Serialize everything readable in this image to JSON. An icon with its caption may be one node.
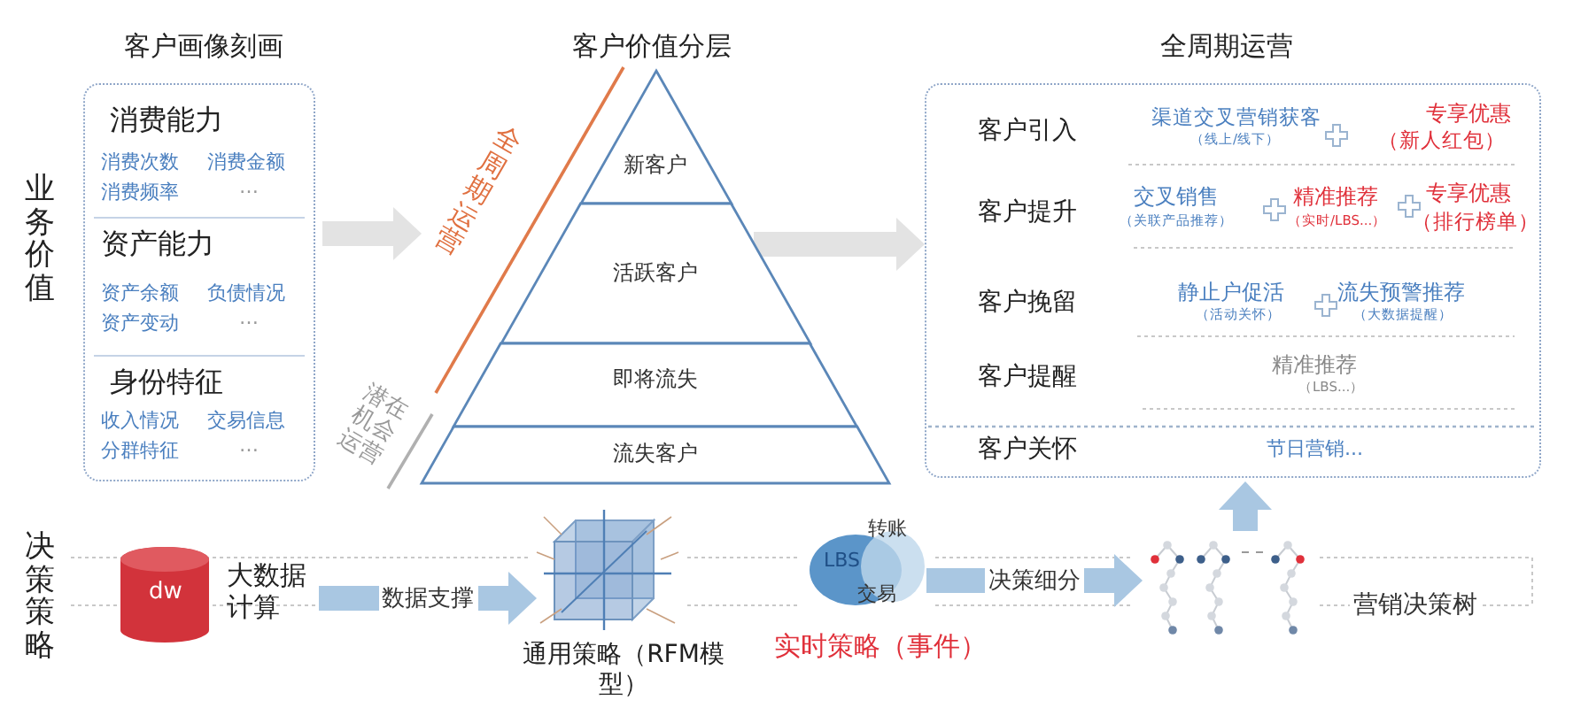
{
  "diagram": {
    "nodes": [
      {
        "text": [
          "客户画像刻画",
          "消费能力",
          "消费次数",
          "消费金额",
          "消费频率",
          "…",
          "资产能力",
          "资产余额",
          "负债情况",
          "资产变动",
          "…",
          "身份特征",
          "收入情况",
          "交易信息",
          "分群特征",
          "…"
        ]
      },
      {
        "text": [
          "客户价值分层"
        ]
      },
      {
        "text": [
          "新客户"
        ],
        "in": 1
      },
      {
        "text": [
          "活跃客户"
        ],
        "in": 1
      },
      {
        "text": [
          "即将流失"
        ],
        "in": 1
      },
      {
        "text": [
          "流失客户"
        ],
        "in": 1
      },
      {
        "text": [
          "全周期运营",
          "客户引入",
          "渠道交叉营销获客",
          "（线上/线下）",
          "专享优惠",
          "（新人红包）",
          "客户提升",
          "交叉销售",
          "（关联产品推荐）",
          "精准推荐",
          "（实时/LBS...）",
          "专享优惠",
          "（排行榜单）",
          "客户挽留",
          "静止户促活",
          "（活动关怀）",
          "流失预警推荐",
          "（大数据提醒）",
          "客户提醒",
          "精准推荐",
          "（LBS...）",
          "客户关怀",
          "节日营销..."
        ]
      },
      {
        "text": [
          "dw",
          "大数据计算"
        ]
      },
      {
        "text": [],
        "shape": "picture",
        "beside": [
          "通用策略（RFM模型）"
        ]
      },
      {
        "text": [
          "转账",
          "LBS",
          "交易"
        ],
        "beside": [
          "实时策略（事件）"
        ]
      },
      {
        "text": [],
        "shape": "picture"
      }
    ],
    "edges": [
      {
        "from": 0,
        "to": 1,
        "arrow": "to",
        "color": "#e3e3e3"
      },
      {
        "from": 3,
        "to": 6,
        "arrow": "to",
        "color": "#e3e3e3"
      },
      {
        "from": 7,
        "to": 8,
        "arrow": "to",
        "label": "数据支撑"
      },
      {
        "from": 9,
        "to": 10,
        "arrow": "to",
        "label": "决策细分"
      },
      {
        "from": 10,
        "to": 6,
        "arrow": "to"
      }
    ],
    "labels": [
      "业务价值",
      "全周期运营",
      "潜在机会运营",
      "决策策略",
      "营销决策树"
    ]
  }
}
